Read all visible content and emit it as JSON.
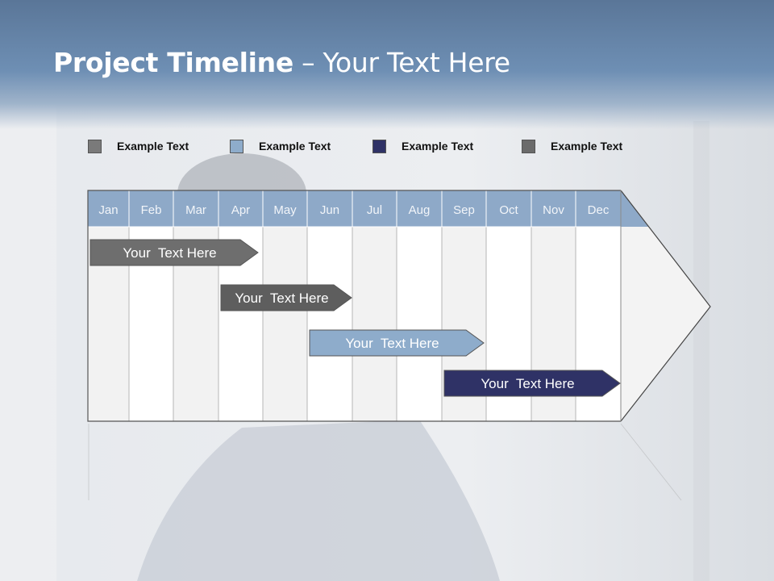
{
  "title": {
    "bold": "Project Timeline",
    "rest": " – Your Text Here"
  },
  "legend": [
    {
      "label": "Example Text",
      "color": "#7a7a7a"
    },
    {
      "label": "Example Text",
      "color": "#8eaccb"
    },
    {
      "label": "Example Text",
      "color": "#2f3266"
    },
    {
      "label": "Example Text",
      "color": "#6b6b6b"
    }
  ],
  "months": [
    "Jan",
    "Feb",
    "Mar",
    "Apr",
    "May",
    "Jun",
    "Jul",
    "Aug",
    "Sep",
    "Oct",
    "Nov",
    "Dec"
  ],
  "bars": [
    {
      "label": "Your  Text Here",
      "color": "#6e6e6e"
    },
    {
      "label": "Your  Text Here",
      "color": "#5e5e5e"
    },
    {
      "label": "Your  Text Here",
      "color": "#8eaccb"
    },
    {
      "label": "Your  Text Here",
      "color": "#2f3266"
    }
  ],
  "colors": {
    "header_band": "#6e8fb4",
    "month_header": "#8ea9c8",
    "grid_line": "#9a9a9a"
  }
}
